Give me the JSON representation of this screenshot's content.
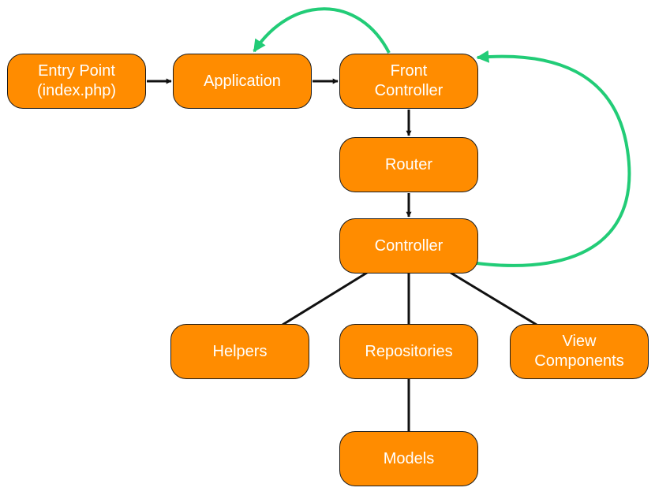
{
  "colors": {
    "node_fill": "#ff8c00",
    "node_border": "#1a1a1a",
    "node_text": "#ffffff",
    "edge": "#111111",
    "loop_edge": "#22cc77"
  },
  "nodes": {
    "entry_point": "Entry Point\n(index.php)",
    "application": "Application",
    "front_controller": "Front\nController",
    "router": "Router",
    "controller": "Controller",
    "helpers": "Helpers",
    "repositories": "Repositories",
    "view_components": "View\nComponents",
    "models": "Models"
  },
  "edges": [
    {
      "from": "entry_point",
      "to": "application",
      "style": "arrow"
    },
    {
      "from": "application",
      "to": "front_controller",
      "style": "arrow"
    },
    {
      "from": "front_controller",
      "to": "router",
      "style": "arrow"
    },
    {
      "from": "router",
      "to": "controller",
      "style": "arrow"
    },
    {
      "from": "controller",
      "to": "helpers",
      "style": "line"
    },
    {
      "from": "controller",
      "to": "repositories",
      "style": "line"
    },
    {
      "from": "controller",
      "to": "view_components",
      "style": "line"
    },
    {
      "from": "repositories",
      "to": "models",
      "style": "line"
    },
    {
      "from": "front_controller",
      "to": "application",
      "style": "curved-arrow",
      "color": "green"
    },
    {
      "from": "controller",
      "to": "front_controller",
      "style": "curved-arrow",
      "color": "green"
    }
  ]
}
